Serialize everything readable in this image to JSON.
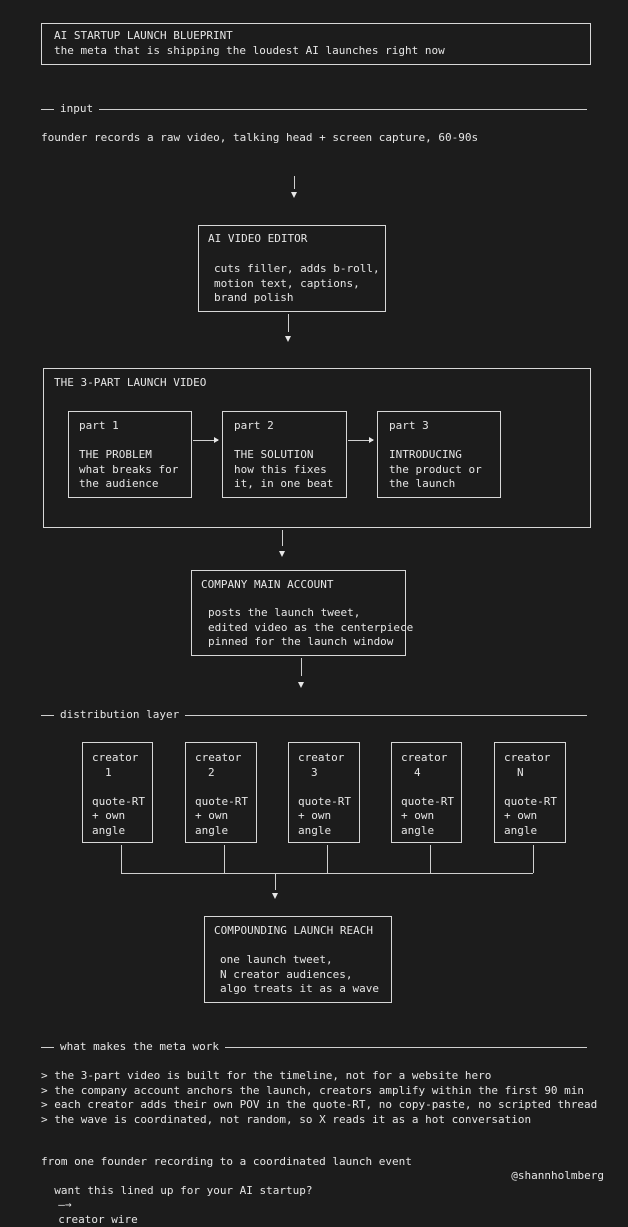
{
  "header": {
    "title": "AI STARTUP LAUNCH BLUEPRINT",
    "subtitle": "the meta that is shipping the loudest AI launches right now"
  },
  "input_section": {
    "label": "input",
    "text": "founder records a raw video, talking head + screen capture, 60-90s"
  },
  "editor": {
    "title": "AI VIDEO EDITOR",
    "lines": [
      "cuts filler, adds b-roll,",
      "motion text, captions,",
      "brand polish"
    ]
  },
  "launch_video": {
    "title": "THE 3-PART LAUNCH VIDEO",
    "parts": [
      {
        "label": "part 1",
        "heading": "THE PROBLEM",
        "lines": [
          "what breaks for",
          "the audience"
        ]
      },
      {
        "label": "part 2",
        "heading": "THE SOLUTION",
        "lines": [
          "how this fixes",
          "it, in one beat"
        ]
      },
      {
        "label": "part 3",
        "heading": "INTRODUCING",
        "lines": [
          "the product or",
          "the launch"
        ]
      }
    ]
  },
  "company": {
    "title": "COMPANY MAIN ACCOUNT",
    "lines": [
      "posts the launch tweet,",
      "edited video as the centerpiece",
      "pinned for the launch window"
    ]
  },
  "distribution": {
    "label": "distribution layer",
    "creators": [
      {
        "name": "creator",
        "id": "1",
        "lines": [
          "quote-RT",
          "+ own",
          "angle"
        ]
      },
      {
        "name": "creator",
        "id": "2",
        "lines": [
          "quote-RT",
          "+ own",
          "angle"
        ]
      },
      {
        "name": "creator",
        "id": "3",
        "lines": [
          "quote-RT",
          "+ own",
          "angle"
        ]
      },
      {
        "name": "creator",
        "id": "4",
        "lines": [
          "quote-RT",
          "+ own",
          "angle"
        ]
      },
      {
        "name": "creator",
        "id": "N",
        "lines": [
          "quote-RT",
          "+ own",
          "angle"
        ]
      }
    ]
  },
  "reach": {
    "title": "COMPOUNDING LAUNCH REACH",
    "lines": [
      "one launch tweet,",
      "N creator audiences,",
      "algo treats it as a wave"
    ]
  },
  "meta": {
    "label": "what makes the meta work",
    "bullets": [
      "> the 3-part video is built for the timeline, not for a website hero",
      "> the company account anchors the launch, creators amplify within the first 90 min",
      "> each creator adds their own POV in the quote-RT, no copy-paste, no scripted thread",
      "> the wave is coordinated, not random, so X reads it as a hot conversation"
    ]
  },
  "footer": {
    "line1": "from one founder recording to a coordinated launch event",
    "line2_prefix": "want this lined up for your AI startup?",
    "arrow": "—→",
    "cta": "creator wire",
    "handle": "@shannholmberg"
  }
}
